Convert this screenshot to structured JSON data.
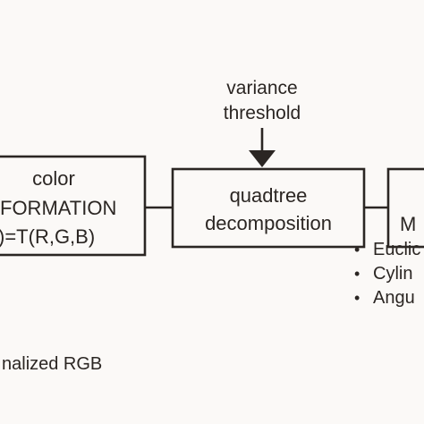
{
  "diagram": {
    "color_box": {
      "line1": "color",
      "line2": "FORMATION",
      "line3": ")=T(R,G,B)"
    },
    "threshold_label": {
      "line1": "variance",
      "line2": "threshold"
    },
    "quadtree_box": {
      "line1": "quadtree",
      "line2": "decomposition"
    },
    "right_box": {
      "label": "M"
    },
    "metric_list": [
      {
        "bullet": "•",
        "text": "Euclic"
      },
      {
        "bullet": "•",
        "text": "Cylin"
      },
      {
        "bullet": "•",
        "text": "Angu"
      }
    ],
    "bottom_note": "nalized RGB"
  },
  "colors": {
    "ink": "#2b2623",
    "background": "#fbf9f7"
  }
}
